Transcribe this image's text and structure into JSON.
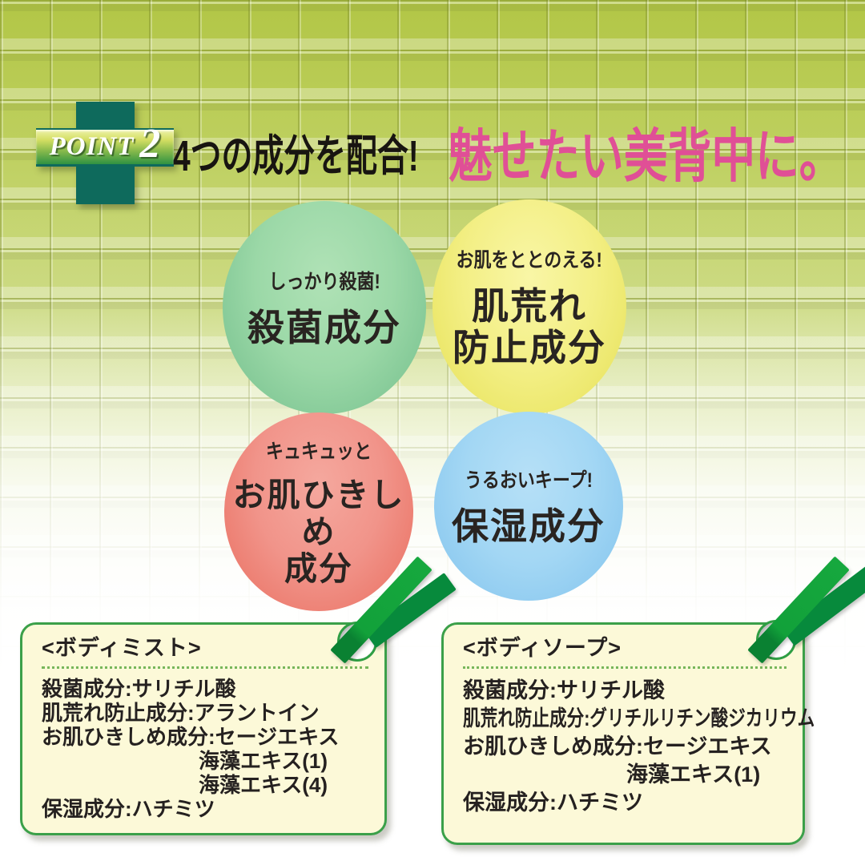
{
  "badge": {
    "word": "POINT",
    "number": "2"
  },
  "headline": {
    "black_text": "4つの成分を配合!",
    "pink_text": "魅せたい美背中に。"
  },
  "circles": [
    {
      "tagline": "しっかり殺菌!",
      "title": "殺菌成分",
      "color": "#8fd2a0"
    },
    {
      "tagline": "お肌をととのえる!",
      "title": "肌荒れ\n防止成分",
      "color": "#f0eb74"
    },
    {
      "tagline": "キュキュッと",
      "title": "お肌ひきしめ\n成分",
      "color": "#f0897e"
    },
    {
      "tagline": "うるおいキープ!",
      "title": "保湿成分",
      "color": "#9cd2f2"
    }
  ],
  "cards": {
    "left": {
      "title": "<ボディミスト>",
      "lines": [
        "殺菌成分:サリチル酸",
        "肌荒れ防止成分:アラントイン",
        "お肌ひきしめ成分:セージエキス",
        "海藻エキス(1)",
        "海藻エキス(4)",
        "保湿成分:ハチミツ"
      ]
    },
    "right": {
      "title": "<ボディソープ>",
      "lines": [
        "殺菌成分:サリチル酸",
        "肌荒れ防止成分:グリチルリチン酸ジカリウム",
        "お肌ひきしめ成分:セージエキス",
        "海藻エキス(1)",
        "保湿成分:ハチミツ"
      ]
    }
  },
  "colors": {
    "headline_pink": "#e04f96",
    "badge_teal": "#0e6a5c",
    "card_border_green": "#3ba049",
    "card_background": "#fcf9d8",
    "ribbon_bright_green": "#16a83e",
    "ribbon_dark_green": "#078a3c",
    "tile_top": "#b2c646"
  }
}
